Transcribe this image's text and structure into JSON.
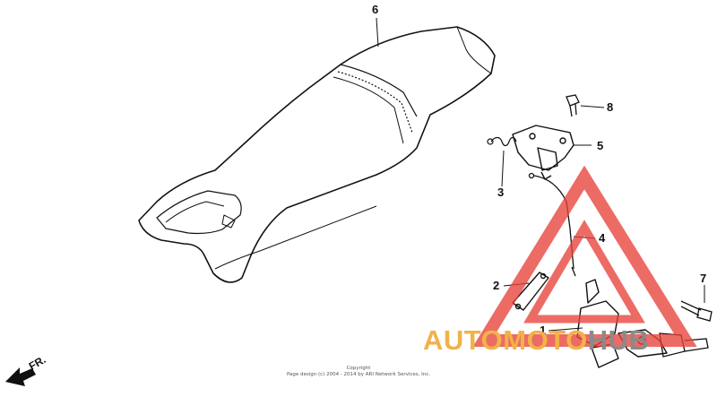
{
  "callouts": {
    "p1": "1",
    "p2": "2",
    "p3": "3",
    "p4": "4",
    "p5": "5",
    "p6": "6",
    "p7": "7",
    "p8": "8"
  },
  "direction_label": "FR.",
  "copyright": {
    "line1": "Copyright",
    "line2": "Page design (c) 2004 - 2014 by ARI Network Services, Inc."
  },
  "watermark": {
    "part_a": "AUTOMOTO",
    "part_b": "HUB",
    "colors": {
      "red": "#e8413a",
      "orange": "#f2b24a",
      "gray": "#8a8a8a"
    }
  }
}
